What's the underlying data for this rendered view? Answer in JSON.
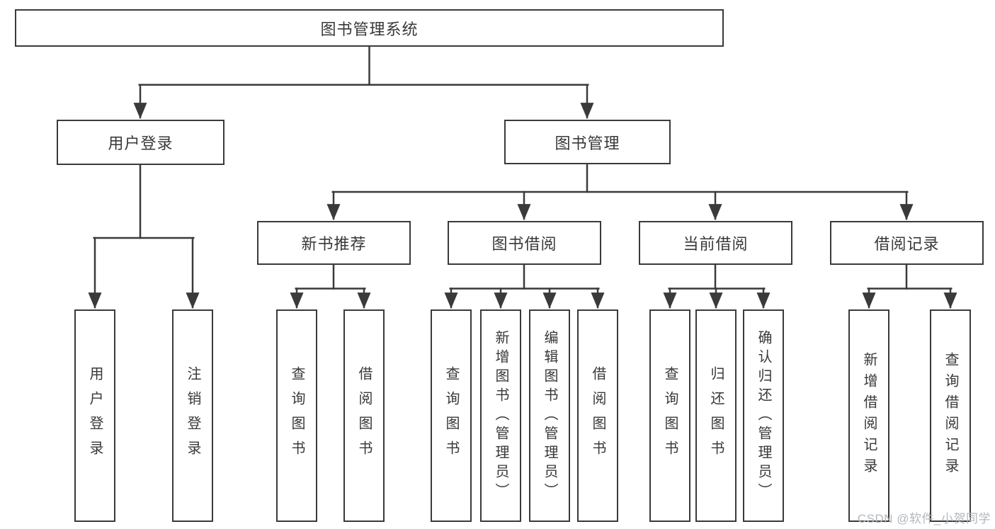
{
  "diagram": {
    "root": {
      "label": "图书管理系统"
    },
    "level2": [
      {
        "label": "用户登录"
      },
      {
        "label": "图书管理"
      }
    ],
    "level3": [
      {
        "label": "新书推荐",
        "parent": "图书管理"
      },
      {
        "label": "图书借阅",
        "parent": "图书管理"
      },
      {
        "label": "当前借阅",
        "parent": "图书管理"
      },
      {
        "label": "借阅记录",
        "parent": "图书管理"
      }
    ],
    "leaves": [
      {
        "label": "用户登录",
        "parent": "用户登录"
      },
      {
        "label": "注销登录",
        "parent": "用户登录"
      },
      {
        "label": "查询图书",
        "parent": "新书推荐"
      },
      {
        "label": "借阅图书",
        "parent": "新书推荐"
      },
      {
        "label": "查询图书",
        "parent": "图书借阅"
      },
      {
        "label": "新增图书（管理员）",
        "parent": "图书借阅"
      },
      {
        "label": "编辑图书（管理员）",
        "parent": "图书借阅"
      },
      {
        "label": "借阅图书",
        "parent": "图书借阅"
      },
      {
        "label": "查询图书",
        "parent": "当前借阅"
      },
      {
        "label": "归还图书",
        "parent": "当前借阅"
      },
      {
        "label": "确认归还（管理员）",
        "parent": "当前借阅"
      },
      {
        "label": "新增借阅记录",
        "parent": "借阅记录"
      },
      {
        "label": "查询借阅记录",
        "parent": "借阅记录"
      }
    ]
  },
  "watermark": "CSDN @软件_小贺同学",
  "colors": {
    "line": "#3a3a3a",
    "box_border": "#3a3a3a",
    "text": "#383838",
    "background": "#ffffff",
    "watermark": "#b3b7bd"
  }
}
